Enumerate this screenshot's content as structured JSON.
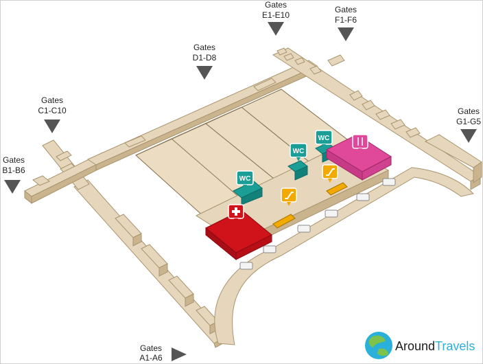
{
  "map": {
    "gates": [
      {
        "id": "A",
        "line1": "Gates",
        "line2": "A1-A6"
      },
      {
        "id": "B",
        "line1": "Gates",
        "line2": "B1-B6"
      },
      {
        "id": "C",
        "line1": "Gates",
        "line2": "C1-C10"
      },
      {
        "id": "D",
        "line1": "Gates",
        "line2": "D1-D8"
      },
      {
        "id": "E",
        "line1": "Gates",
        "line2": "E1-E10"
      },
      {
        "id": "F",
        "line1": "Gates",
        "line2": "F1-F6"
      },
      {
        "id": "G",
        "line1": "Gates",
        "line2": "G1-G5"
      }
    ],
    "pins": {
      "wc": "WC"
    },
    "colors": {
      "building": "#e8d9bf",
      "building_dark": "#cdb893",
      "first_aid": "#d0121b",
      "restaurant": "#e0489a",
      "wc": "#1a9e96",
      "escalator": "#f2a900"
    },
    "icons": [
      "first-aid-icon",
      "restaurant-icon",
      "wc-icon",
      "escalator-icon",
      "gate-arrow-icon",
      "car-icon",
      "globe-icon"
    ]
  },
  "brand": {
    "part1": "Around",
    "part2": "Travels",
    "color1": "#1a1a1a",
    "color2": "#2bb0d9"
  }
}
